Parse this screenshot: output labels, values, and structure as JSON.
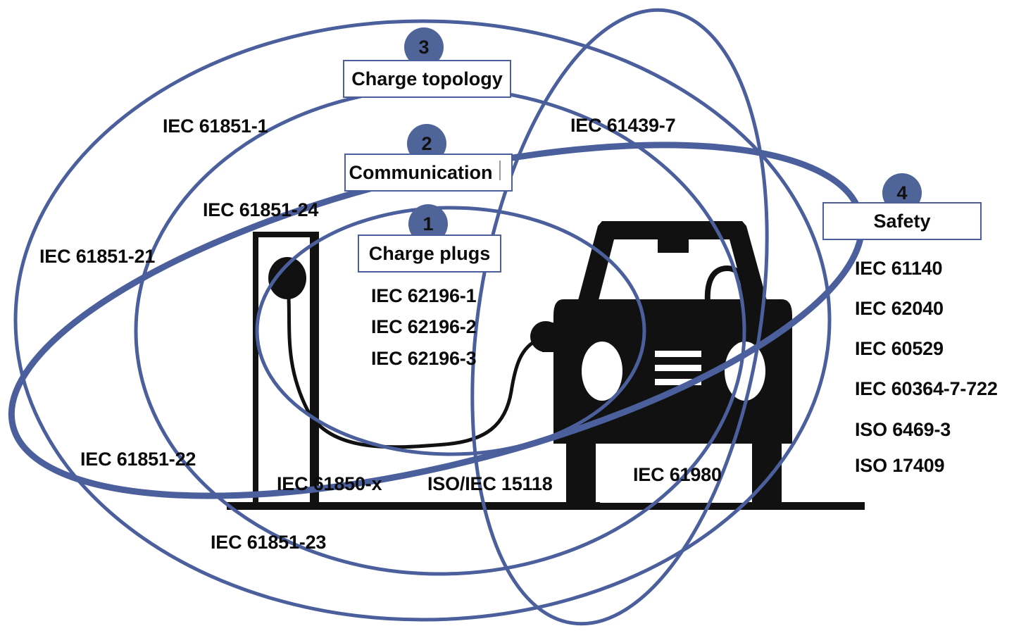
{
  "diagram": {
    "title": "EV charging standards overview",
    "accent_color": "#4a5f9c",
    "circle_fill": "#4f6498",
    "text_color": "#0b0b0b"
  },
  "groups": [
    {
      "number": "1",
      "label": "Charge plugs"
    },
    {
      "number": "2",
      "label": "Communication"
    },
    {
      "number": "3",
      "label": "Charge topology"
    },
    {
      "number": "4",
      "label": "Safety"
    }
  ],
  "standards": {
    "charge_topology_ring": [
      "IEC 61851-1",
      "IEC 61439-7"
    ],
    "middle_ring": [
      "IEC 61851-24",
      "IEC 61851-21",
      "IEC 61851-22",
      "IEC 61851-23"
    ],
    "charge_plugs": [
      "IEC 62196-1",
      "IEC 62196-2",
      "IEC 62196-3"
    ],
    "communication": [
      "IEC 61850-x",
      "ISO/IEC 15118"
    ],
    "vehicle": [
      "IEC 61980"
    ],
    "safety": [
      "IEC 61140",
      "IEC 62040",
      "IEC 60529",
      "IEC 60364-7-722",
      "ISO 6469-3",
      "ISO 17409"
    ]
  },
  "labels": {
    "iec_61851_1": "IEC 61851-1",
    "iec_61439_7": "IEC 61439-7",
    "iec_61851_24": "IEC 61851-24",
    "iec_61851_21": "IEC 61851-21",
    "iec_61851_22": "IEC 61851-22",
    "iec_61851_23": "IEC 61851-23",
    "iec_62196_1": "IEC 62196-1",
    "iec_62196_2": "IEC 62196-2",
    "iec_62196_3": "IEC 62196-3",
    "iec_61850_x": "IEC 61850-x",
    "iso_iec_15118": "ISO/IEC 15118",
    "iec_61980": "IEC 61980",
    "iec_61140": "IEC 61140",
    "iec_62040": "IEC 62040",
    "iec_60529": "IEC 60529",
    "iec_60364_7_722": "IEC 60364-7-722",
    "iso_6469_3": "ISO 6469-3",
    "iso_17409": "ISO 17409"
  },
  "boxes": {
    "charge_topology": "Charge topology",
    "communication": "Communication",
    "charge_plugs": "Charge plugs",
    "safety": "Safety"
  },
  "numbers": {
    "one": "1",
    "two": "2",
    "three": "3",
    "four": "4"
  }
}
